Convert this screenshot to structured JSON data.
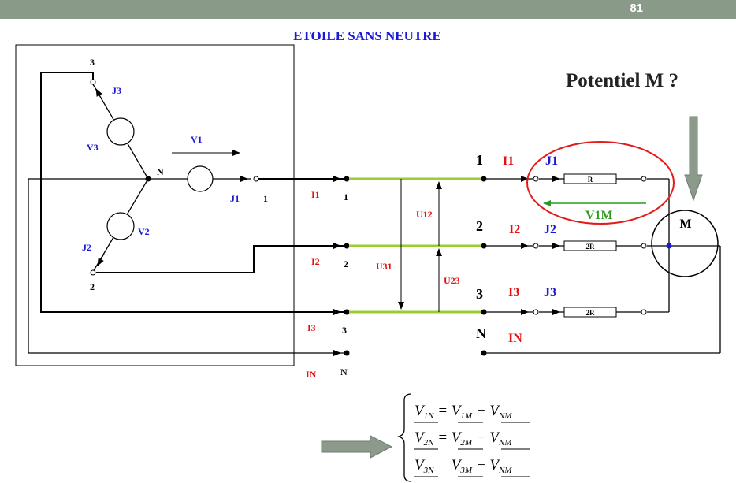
{
  "header": {
    "page_number": "81",
    "bar_color": "#8a9a89"
  },
  "title": "ETOILE SANS NEUTRE",
  "question": "Potentiel M ?",
  "colors": {
    "blue": "#1a1ad6",
    "red": "#e01010",
    "green": "#2b9a1e",
    "line_green": "#9acd32",
    "ellipse": "#e31b1b",
    "arrow_gray": "#8c9a8b"
  },
  "source": {
    "node_neutral": "N",
    "terminals": [
      "3",
      "1",
      "2"
    ],
    "voltage_labels": {
      "v1": "V1",
      "v2": "V2",
      "v3": "V3"
    },
    "current_labels": {
      "j1": "J1",
      "j2": "J2",
      "j3": "J3"
    }
  },
  "lines": {
    "left_terminals": [
      "1",
      "2",
      "3",
      "N"
    ],
    "currents": [
      "I1",
      "I2",
      "I3",
      "IN"
    ],
    "voltages": [
      "U12",
      "U23",
      "U31"
    ]
  },
  "load": {
    "terminals": [
      "1",
      "2",
      "3",
      "N"
    ],
    "currents": [
      "I1",
      "I2",
      "I3",
      "IN"
    ],
    "phase_currents": [
      "J1",
      "J2",
      "J3"
    ],
    "resistors": [
      "R",
      "2R",
      "2R"
    ],
    "v1m_label": "V1M",
    "star_point": "M"
  },
  "equations": {
    "rows": [
      {
        "lhs": "V",
        "lhs_sub": "1N",
        "rhs1": "V",
        "rhs1_sub": "1M",
        "rhs2": "V",
        "rhs2_sub": "NM"
      },
      {
        "lhs": "V",
        "lhs_sub": "2N",
        "rhs1": "V",
        "rhs1_sub": "2M",
        "rhs2": "V",
        "rhs2_sub": "NM"
      },
      {
        "lhs": "V",
        "lhs_sub": "3N",
        "rhs1": "V",
        "rhs1_sub": "3M",
        "rhs2": "V",
        "rhs2_sub": "NM"
      }
    ]
  }
}
